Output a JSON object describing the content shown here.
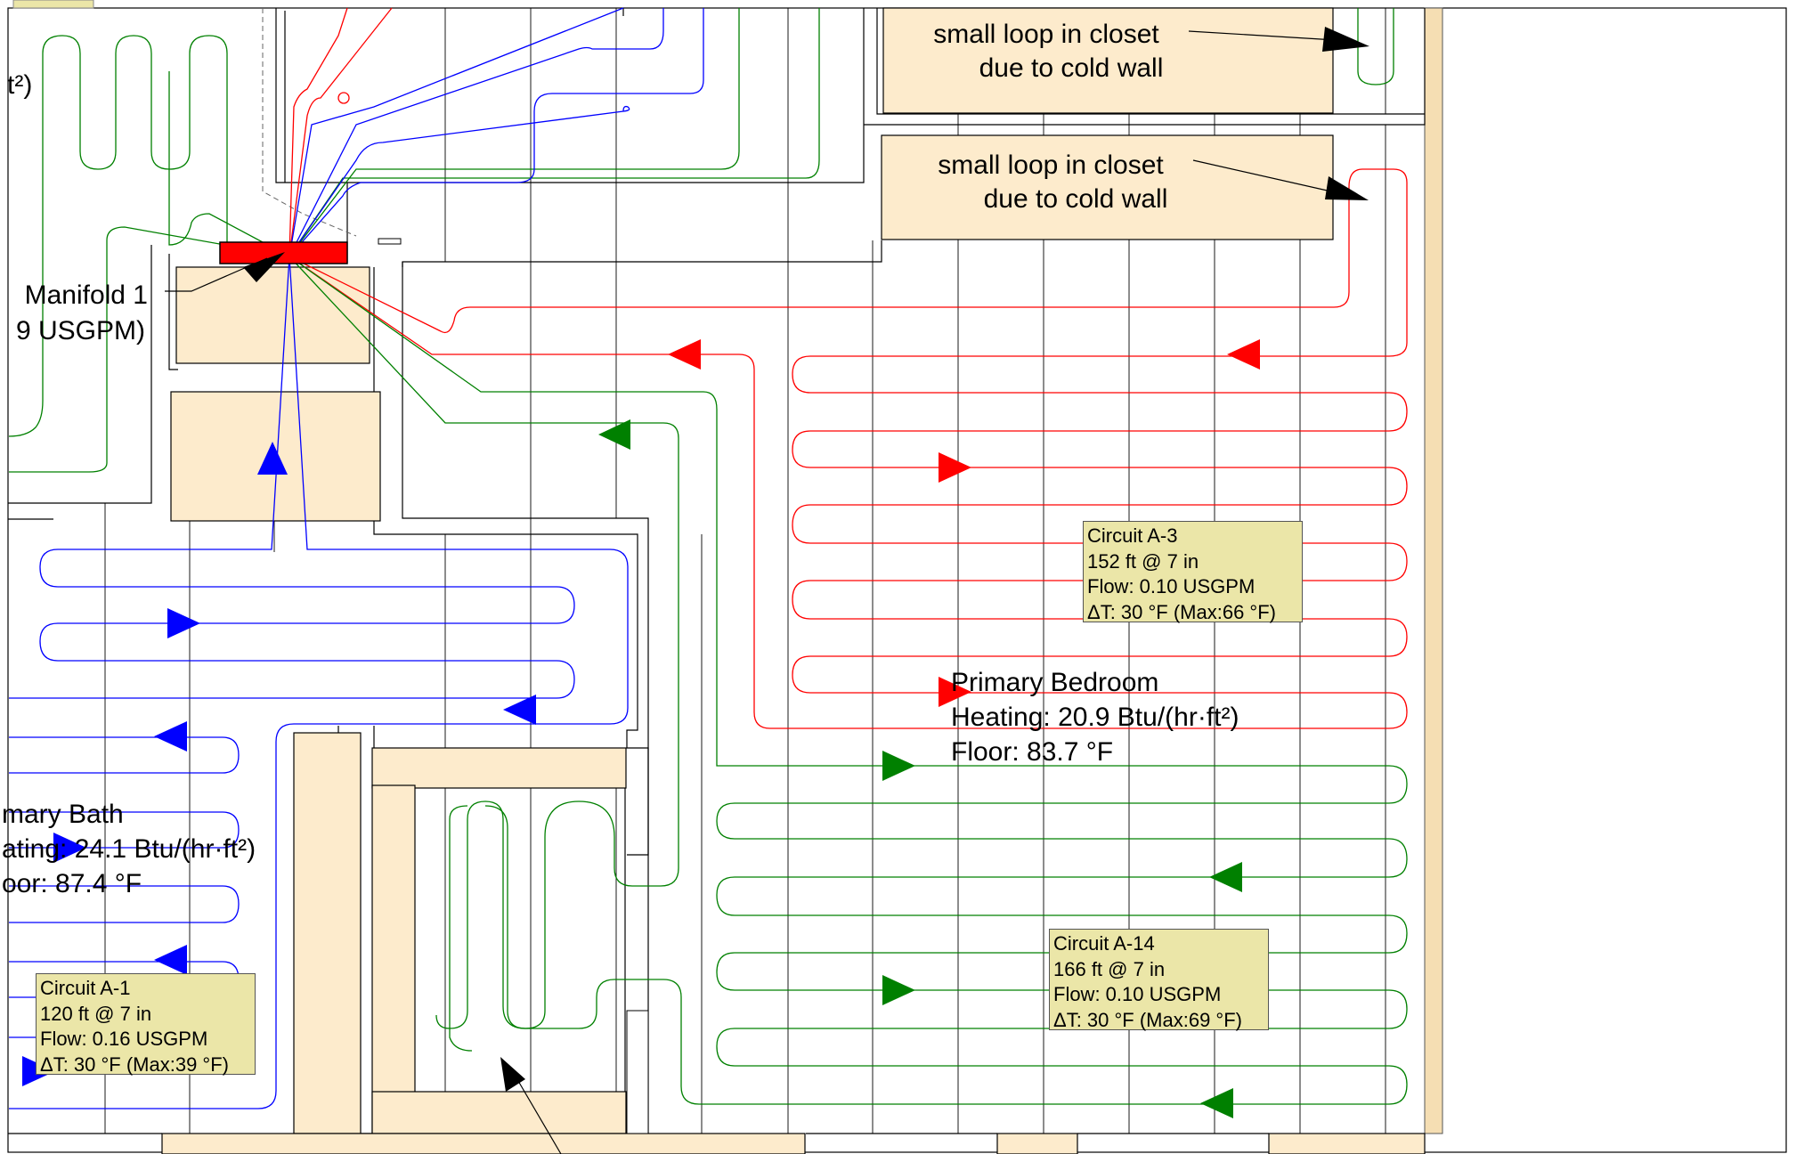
{
  "notes": {
    "top": {
      "line1": "small loop in closet",
      "line2": "due to cold wall"
    },
    "middle": {
      "line1": "small loop in closet",
      "line2": "due to cold wall"
    }
  },
  "manifold": {
    "name": "Manifold 1",
    "flow": "9 USGPM)"
  },
  "top_left_fragment": "t²)",
  "rooms": {
    "bedroom": {
      "name": "Primary Bedroom",
      "heating": "Heating: 20.9 Btu/(hr·ft²)",
      "floor": "Floor: 83.7 °F"
    },
    "bath": {
      "name": "mary Bath",
      "heating": "ating: 24.1 Btu/(hr·ft²)",
      "floor": "oor: 87.4 °F"
    }
  },
  "circuits": [
    {
      "id": "Circuit A-3",
      "length": "152 ft @ 7 in",
      "flow": "Flow: 0.10 USGPM",
      "dt": "ΔT: 30 °F (Max:66 °F)",
      "color": "#ff0000"
    },
    {
      "id": "Circuit A-14",
      "length": "166 ft @ 7 in",
      "flow": "Flow: 0.10 USGPM",
      "dt": "ΔT: 30 °F (Max:69 °F)",
      "color": "#008000"
    },
    {
      "id": "Circuit A-1",
      "length": "120 ft @ 7 in",
      "flow": "Flow: 0.16 USGPM",
      "dt": "ΔT: 30 °F (Max:39 °F)",
      "color": "#0000ff"
    }
  ],
  "colors": {
    "cabinet": "#fdebcc",
    "wall": "#f5deb3",
    "manifold": "#ff0000",
    "label_box": "#ebe6a8"
  }
}
